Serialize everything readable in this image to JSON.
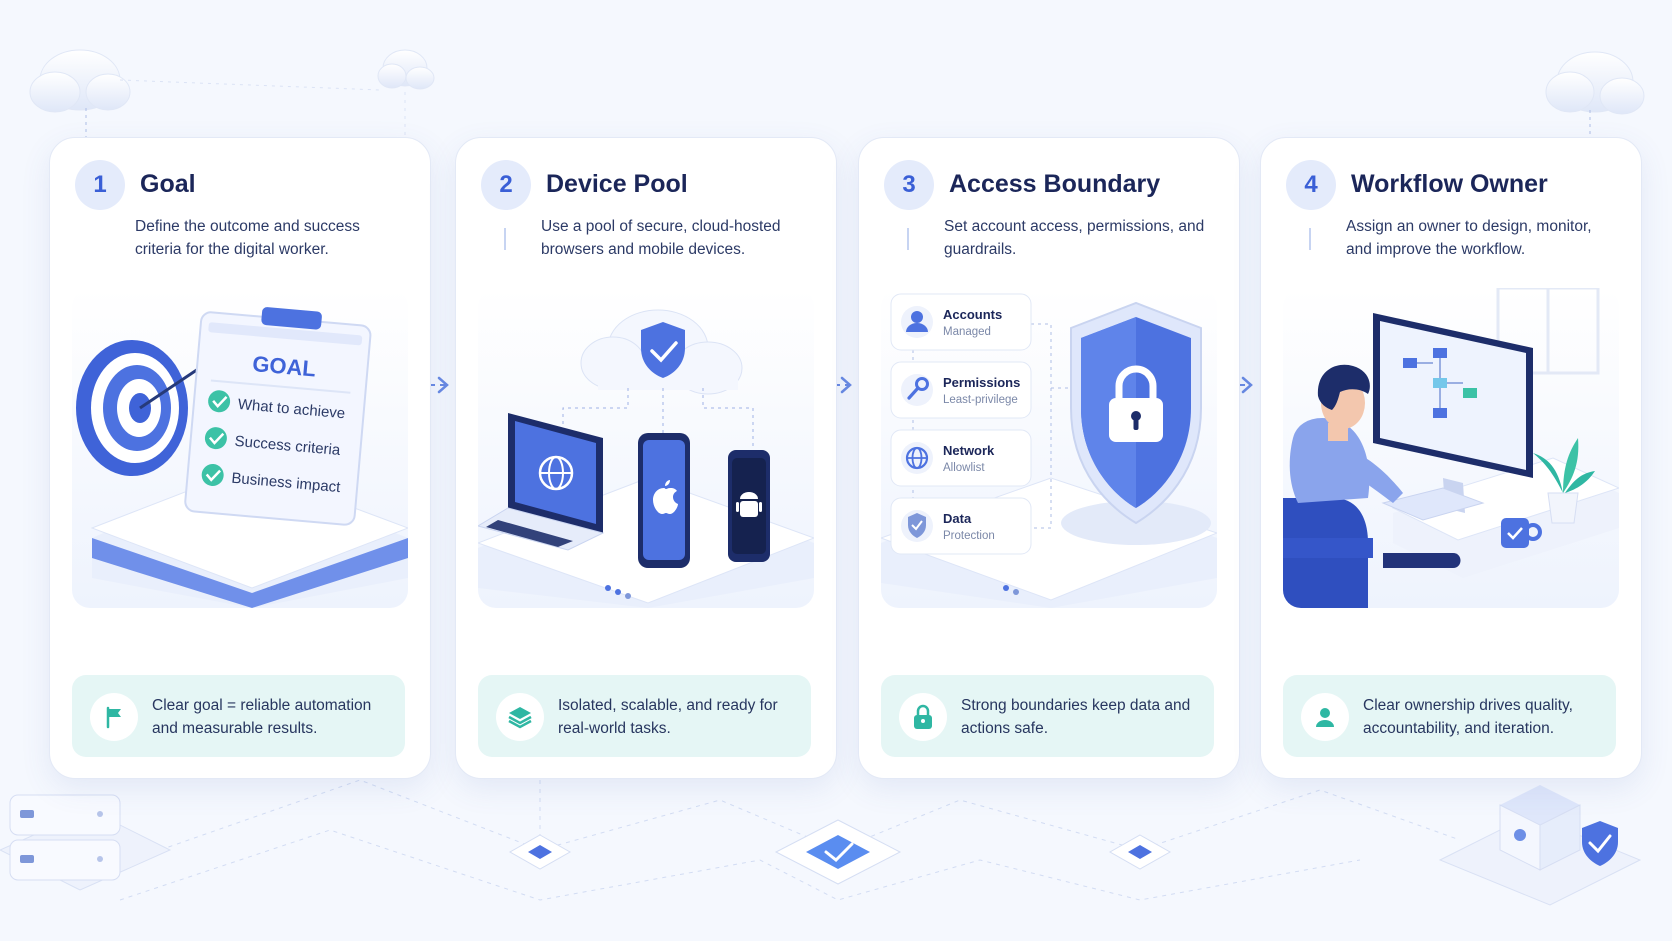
{
  "steps": [
    {
      "number": "1",
      "title": "Goal",
      "description": "Define the outcome and success criteria for the digital worker.",
      "footer": "Clear goal = reliable automation and measurable results.",
      "footer_icon": "flag-icon",
      "illustration": {
        "board_title": "GOAL",
        "items": [
          "What to achieve",
          "Success criteria",
          "Business impact"
        ]
      }
    },
    {
      "number": "2",
      "title": "Device Pool",
      "description": "Use a pool of secure, cloud-hosted browsers and mobile devices.",
      "footer": "Isolated, scalable, and ready for real-world tasks.",
      "footer_icon": "layers-icon"
    },
    {
      "number": "3",
      "title": "Access Boundary",
      "description": "Set account access, permissions, and guardrails.",
      "footer": "Strong boundaries keep data and actions safe.",
      "footer_icon": "lock-icon",
      "illustration": {
        "items": [
          {
            "label": "Accounts",
            "sub": "Managed",
            "icon": "user-icon"
          },
          {
            "label": "Permissions",
            "sub": "Least-privilege",
            "icon": "key-icon"
          },
          {
            "label": "Network",
            "sub": "Allowlist",
            "icon": "globe-icon"
          },
          {
            "label": "Data",
            "sub": "Protection",
            "icon": "shield-check-icon"
          }
        ]
      }
    },
    {
      "number": "4",
      "title": "Workflow Owner",
      "description": "Assign an owner to design, monitor, and improve the workflow.",
      "footer": "Clear ownership drives quality, accountability, and iteration.",
      "footer_icon": "user-icon"
    }
  ],
  "colors": {
    "accent": "#3a5fd6",
    "accent_light": "#e4ebfb",
    "footer_bg": "#e5f6f5",
    "teal": "#2fb7a3",
    "title": "#1b2659"
  }
}
